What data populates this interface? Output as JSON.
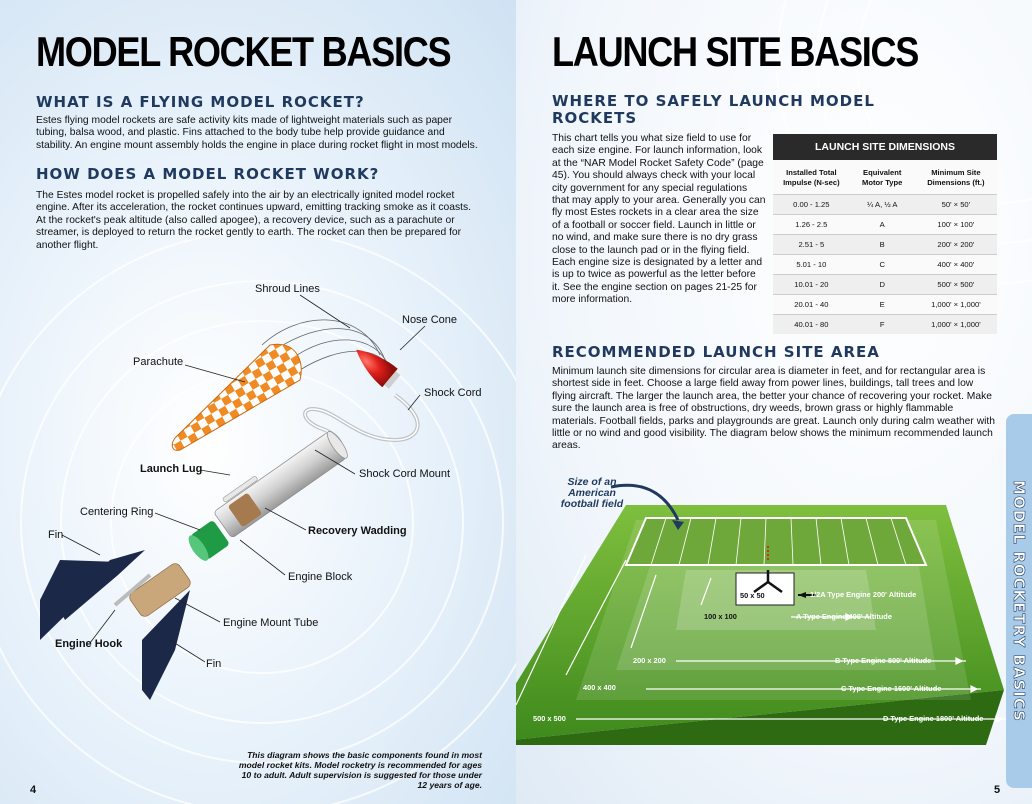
{
  "left_page": {
    "title": "MODEL ROCKET BASICS",
    "section1": {
      "heading": "WHAT IS A FLYING MODEL ROCKET?",
      "body": "Estes flying model rockets are safe activity kits made of lightweight materials such as paper tubing, balsa wood, and plastic. Fins attached to the body tube help provide guidance and stability. An engine mount assembly holds the engine in place during rocket flight in most models."
    },
    "section2": {
      "heading": "HOW DOES A MODEL ROCKET WORK?",
      "body": "The Estes model rocket is propelled safely into the air by an electrically ignited model rocket engine. After its acceleration, the rocket continues upward, emitting tracking smoke as it coasts. At the rocket's peak altitude (also called apogee), a recovery device, such as a parachute or streamer, is deployed to return the rocket gently to earth. The rocket can then be prepared for another flight."
    },
    "diagram_labels": {
      "shroud_lines": "Shroud Lines",
      "nose_cone": "Nose Cone",
      "parachute": "Parachute",
      "shock_cord": "Shock Cord",
      "launch_lug": "Launch Lug",
      "shock_cord_mount": "Shock Cord Mount",
      "centering_ring": "Centering Ring",
      "fin_top": "Fin",
      "recovery_wadding": "Recovery Wadding",
      "engine_block": "Engine Block",
      "engine_mount_tube": "Engine Mount Tube",
      "engine_hook": "Engine Hook",
      "fin_bottom": "Fin"
    },
    "caption": "This diagram shows the basic components found in most model rocket kits. Model rocketry is recommended for ages 10 to adult. Adult supervision is suggested for those under 12 years of age.",
    "page_number": "4"
  },
  "right_page": {
    "title": "LAUNCH SITE BASICS",
    "section1": {
      "heading": "WHERE TO SAFELY LAUNCH MODEL ROCKETS",
      "body": "This chart tells you what size field to use for each size engine. For launch information, look at the “NAR Model Rocket Safety Code” (page 45). You should always check with your local city government for any special regulations that may apply to your area. Generally you can fly most Estes rockets in a clear area the size of a football or soccer field. Launch in little or no wind, and make sure there is no dry grass close to the launch pad or in the flying field. Each engine size is designated by a letter and is up to twice as powerful as the letter before it. See the engine section on pages 21-25 for more information."
    },
    "table": {
      "title": "LAUNCH SITE DIMENSIONS",
      "headers": [
        "Installed Total Impulse (N-sec)",
        "Equivalent Motor Type",
        "Minimum Site Dimensions (ft.)"
      ],
      "rows": [
        [
          "0.00 - 1.25",
          "¼ A, ½ A",
          "50' × 50'"
        ],
        [
          "1.26 - 2.5",
          "A",
          "100' × 100'"
        ],
        [
          "2.51 - 5",
          "B",
          "200' × 200'"
        ],
        [
          "5.01 - 10",
          "C",
          "400' × 400'"
        ],
        [
          "10.01 - 20",
          "D",
          "500' × 500'"
        ],
        [
          "20.01 - 40",
          "E",
          "1,000' × 1,000'"
        ],
        [
          "40.01 - 80",
          "F",
          "1,000' × 1,000'"
        ]
      ]
    },
    "section2": {
      "heading": "RECOMMENDED LAUNCH SITE AREA",
      "body": "Minimum launch site dimensions for circular area is diameter in feet, and for rectangular area is shortest side in feet. Choose a large field away from power lines, buildings, tall trees and low flying aircraft. The larger the launch area, the better your chance of recovering your rocket. Make sure the launch area is free of obstructions, dry weeds, brown grass or highly flammable materials. Football fields, parks and playgrounds are great. Launch only during calm weather with little or no wind and good visibility. The diagram below shows the minimum recommended launch areas."
    },
    "field_callout": "Size of an American football field",
    "field_labels": {
      "s50": "50 x 50",
      "s100": "100 x 100",
      "s200": "200 x 200",
      "s400": "400 x 400",
      "s500": "500 x 500",
      "half_a": "1/2A Type Engine 200' Altitude",
      "a": "A Type Engine 400' Altitude",
      "b": "B Type Engine 800' Altitude",
      "c": "C Type Engine 1600' Altitude",
      "d": "D Type Engine 1800' Altitude"
    },
    "side_tab": "MODEL ROCKETRY BASICS",
    "page_number": "5"
  },
  "colors": {
    "heading_navy": "#1f3a5e",
    "grass_green": "#5fa32a",
    "parachute_orange": "#f08a22",
    "nose_cone_red": "#e0201c",
    "coupler_green": "#1f9a45",
    "fin_navy": "#1c2848"
  }
}
